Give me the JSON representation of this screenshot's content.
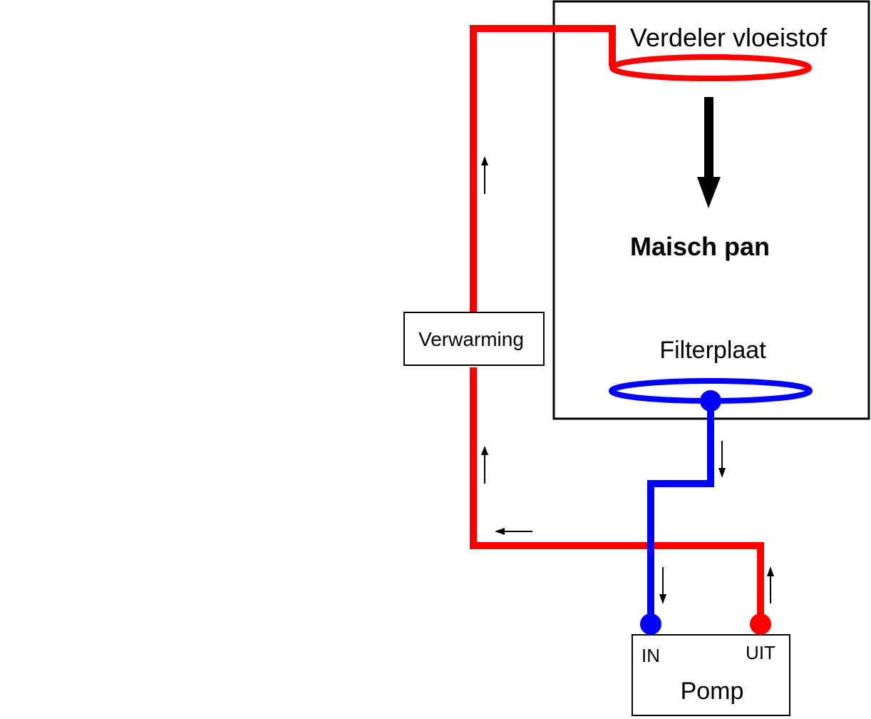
{
  "labels": {
    "distributor": "Verdeler vloeistof",
    "mash_tun": "Maisch pan",
    "filter_plate": "Filterplaat",
    "heater": "Verwarming",
    "pump": "Pomp",
    "pump_in": "IN",
    "pump_out": "UIT"
  },
  "colors": {
    "hot_line": "#ff0000",
    "cold_line": "#0000ff",
    "outline": "#000000",
    "background": "#ffffff"
  }
}
